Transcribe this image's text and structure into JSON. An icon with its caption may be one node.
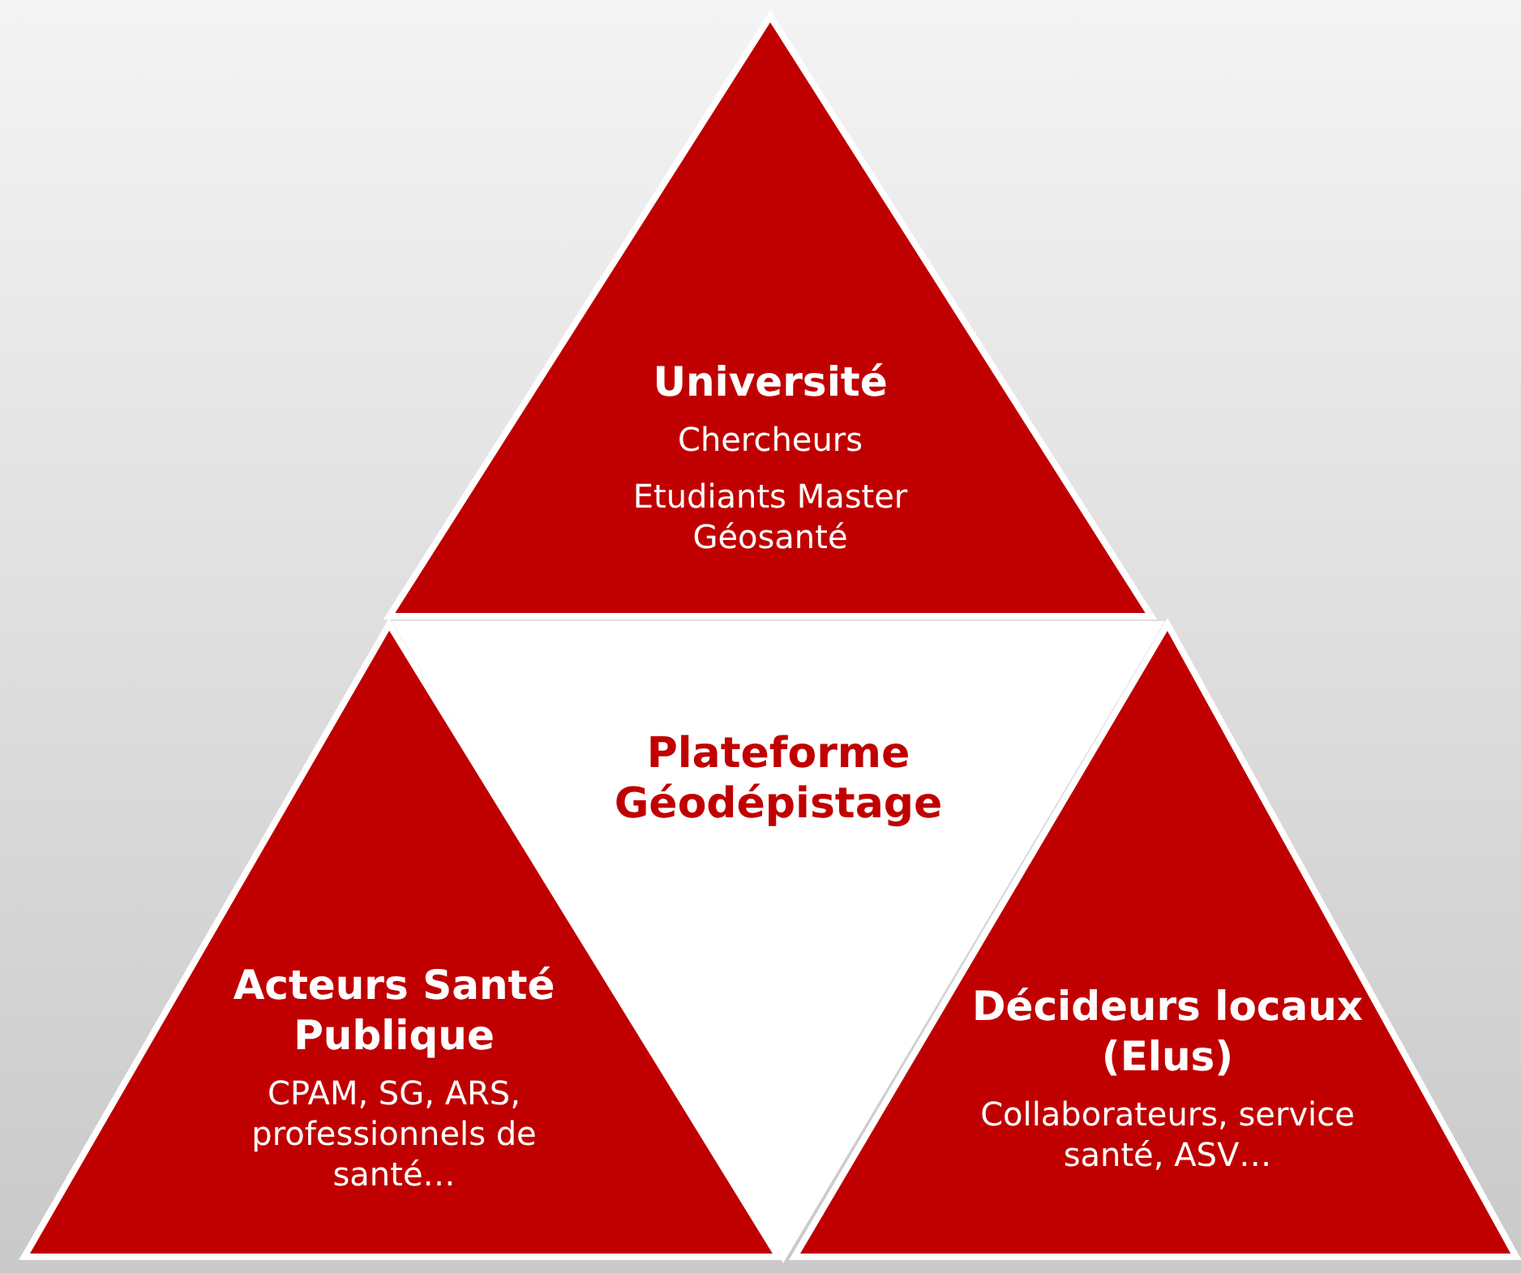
{
  "diagram": {
    "nodes": [
      {
        "text": [
          "Université",
          "Chercheurs",
          "Etudiants Master Géosanté"
        ]
      },
      {
        "text": [
          "Plateforme Géodépistage"
        ]
      },
      {
        "text": [
          "Acteurs Santé Publique",
          "CPAM, SG, ARS, professionnels de santé…"
        ]
      },
      {
        "text": [
          "Décideurs locaux (Elus)",
          "Collaborateurs, service santé, ASV…"
        ]
      }
    ],
    "edges": []
  }
}
